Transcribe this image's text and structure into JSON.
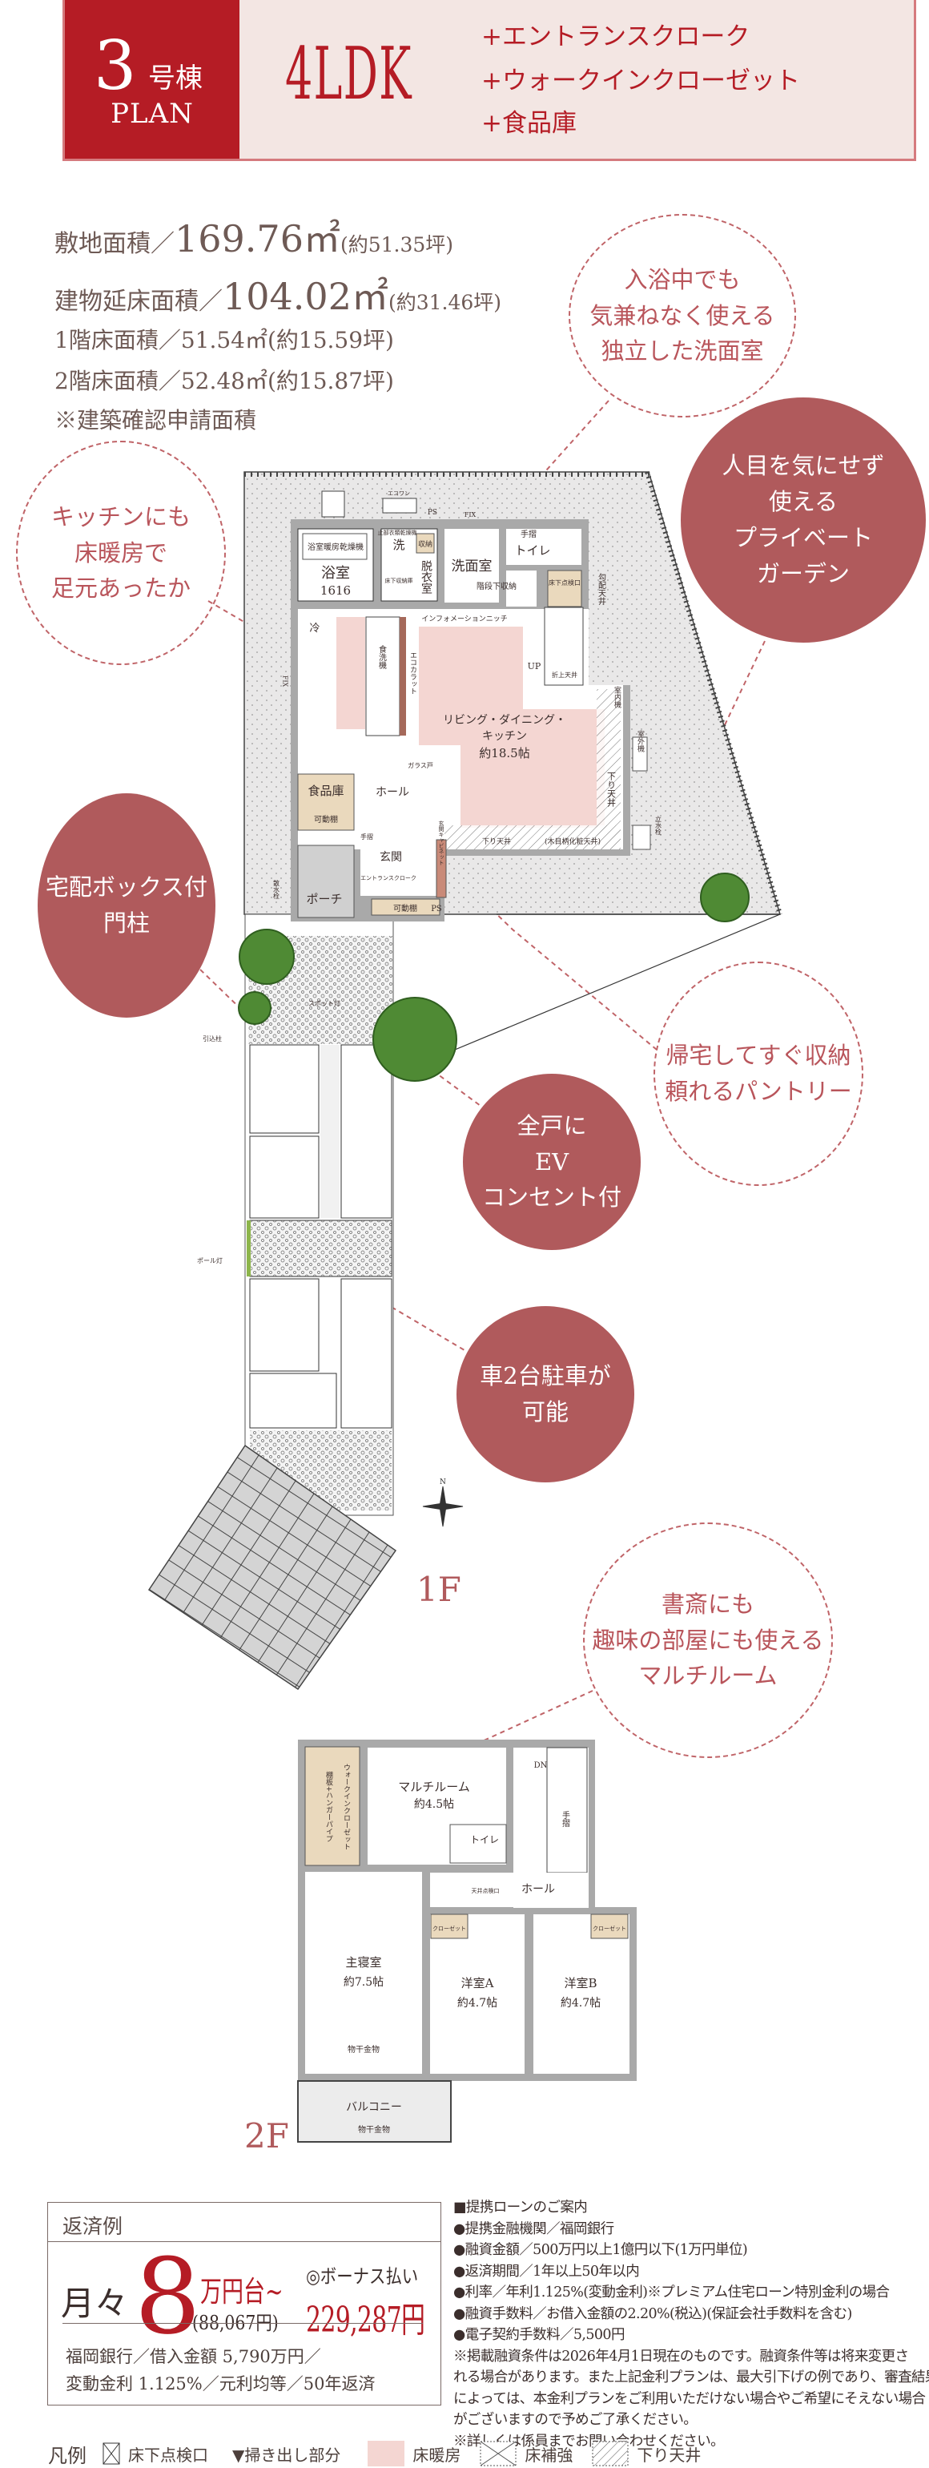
{
  "header": {
    "building_number": "3",
    "building_suffix": "号棟",
    "plan_label": "PLAN",
    "layout": "4LDK",
    "extras": [
      "+エントランスクローク",
      "+ウォークインクローゼット",
      "+食品庫"
    ]
  },
  "areas": {
    "site_label": "敷地面積／",
    "site_value": "169.76㎡",
    "site_tsubo": "(約51.35坪)",
    "total_label": "建物延床面積／",
    "total_value": "104.02㎡",
    "total_tsubo": "(約31.46坪)",
    "floor1": "1階床面積／51.54㎡(約15.59坪)",
    "floor2": "2階床面積／52.48㎡(約15.87坪)",
    "note": "※建築確認申請面積"
  },
  "callouts": [
    {
      "lines": [
        "入浴中でも",
        "気兼ねなく使える",
        "独立した洗面室"
      ],
      "style": "dashed"
    },
    {
      "lines": [
        "人目を気にせず",
        "使える",
        "プライベート",
        "ガーデン"
      ],
      "style": "filled"
    },
    {
      "lines": [
        "キッチンにも",
        "床暖房で",
        "足元あったか"
      ],
      "style": "dashed"
    },
    {
      "lines": [
        "宅配ボックス付",
        "門柱"
      ],
      "style": "filled"
    },
    {
      "lines": [
        "帰宅してすぐ収納",
        "頼れるパントリー"
      ],
      "style": "dashed"
    },
    {
      "lines": [
        "全戸に",
        "EV",
        "コンセント付"
      ],
      "style": "filled"
    },
    {
      "lines": [
        "車2台駐車が",
        "可能"
      ],
      "style": "filled"
    },
    {
      "lines": [
        "書斎にも",
        "趣味の部屋にも使える",
        "マルチルーム"
      ],
      "style": "dashed"
    }
  ],
  "floor1": {
    "label": "1F",
    "rooms": {
      "bath": "浴室",
      "bath_size": "1616",
      "bath_dryer": "浴室暖房乾燥機",
      "washer": "洗",
      "dryer": "止部衣類乾燥機",
      "storage": "収納",
      "underfloor": "床下収納庫",
      "dressing": "脱衣室",
      "washroom": "洗面室",
      "toilet": "トイレ",
      "handrail": "手摺",
      "understairs": "階段下収納",
      "hatch": "床下点検口",
      "slope_ceiling": "勾配天井",
      "fridge": "冷",
      "dishwasher": "食洗機",
      "ecocarat": "エコカラット",
      "info_niche": "インフォメーションニッチ",
      "ldk": "リビング・ダイニング・",
      "ldk2": "キッチン",
      "ldk_size": "約18.5帖",
      "up": "UP",
      "fold_ceiling": "折上天井",
      "indoor_unit": "室内機",
      "outdoor_unit": "室外機",
      "drop_ceiling": "下り天井",
      "wood_ceiling": "(木目柄化粧天井)",
      "glass_door": "ガラス戸",
      "pantry": "食品庫",
      "shelf": "可動棚",
      "hall": "ホール",
      "entrance": "玄関",
      "entrance_cloak": "エントランスクローク",
      "cabinet": "玄関キャビネット",
      "porch": "ポーチ",
      "ps": "PS",
      "fix": "FIX",
      "ecowan": "エコワン",
      "faucet": "立水栓",
      "sprinkler": "散水栓",
      "spotlight": "スポット灯",
      "lead_pole": "引込柱",
      "pole_light": "ポール灯",
      "north": "N"
    }
  },
  "floor2": {
    "label": "2F",
    "rooms": {
      "multi": "マルチルーム",
      "multi_size": "約4.5帖",
      "wic": "ウォークインクローゼット",
      "wic_shelf": "棚板+ハンガーパイプ",
      "toilet": "トイレ",
      "dn": "DN",
      "handrail": "手摺",
      "hall": "ホール",
      "ceiling_hatch": "天井点検口",
      "master": "主寝室",
      "master_size": "約7.5帖",
      "dry_hardware": "物干金物",
      "room_a": "洋室A",
      "room_a_size": "約4.7帖",
      "room_b": "洋室B",
      "room_b_size": "約4.7帖",
      "closet": "クローゼット",
      "balcony": "バルコニー"
    }
  },
  "loan": {
    "title": "返済例",
    "monthly_prefix": "月々",
    "monthly_big": "8",
    "monthly_unit": "万円台~",
    "monthly_exact": "(88,067円)",
    "bonus_label": "◎ボーナス払い",
    "bonus_value": "229,287円",
    "condition1": "福岡銀行／借入金額 5,790万円／",
    "condition2": "変動金利 1.125%／元利均等／50年返済"
  },
  "loan_info": [
    "■提携ローンのご案内",
    "●提携金融機関／福岡銀行",
    "●融資金額／500万円以上1億円以下(1万円単位)",
    "●返済期間／1年以上50年以内",
    "●利率／年利1.125%(変動金利)※プレミアム住宅ローン特別金利の場合",
    "●融資手数料／お借入金額の2.20%(税込)(保証会社手数料を含む)",
    "●電子契約手数料／5,500円",
    "※掲載融資条件は2026年4月1日現在のものです。融資条件等は将来変更さ",
    "れる場合があります。また上記金利プランは、最大引下げの例であり、審査結果",
    "によっては、本金利プランをご利用いただけない場合やご希望にそえない場合",
    "がございますので予めご了承ください。",
    "※詳しくは係員までお問い合わせください。"
  ],
  "legend": {
    "title": "凡例",
    "items": [
      "床下点検口",
      "▼掃き出し部分",
      "床暖房",
      "床補強",
      "下り天井"
    ]
  },
  "colors": {
    "brand_red": "#b51c25",
    "callout_fill": "#b05a5c",
    "floor_heating": "#f4d6d2",
    "storage_tan": "#ead9bd",
    "wall_gray": "#a9a9a9"
  }
}
